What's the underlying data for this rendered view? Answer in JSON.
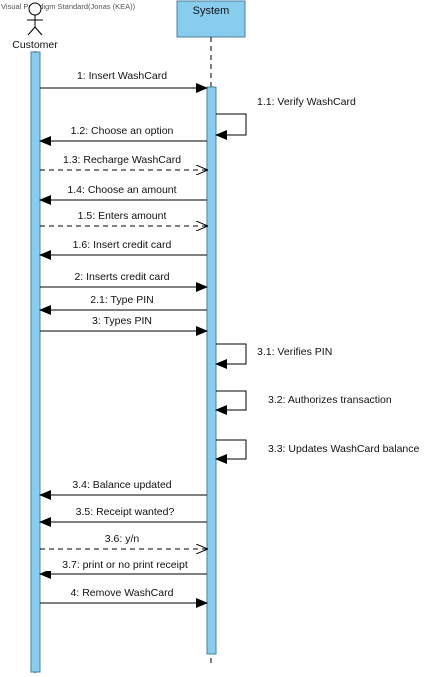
{
  "watermark": "Visual Paradigm Standard(Jonas (KEA))",
  "actor": {
    "name": "Customer"
  },
  "system": {
    "name": "System"
  },
  "colors": {
    "activation": "#88CDEE",
    "activation_border": "#4E7FA0",
    "system_box": "#88CDEE",
    "line": "#000000"
  },
  "messages": [
    {
      "id": "m1",
      "label": "1: Insert WashCard",
      "kind": "sync",
      "direction": "to-system"
    },
    {
      "id": "m1_1",
      "label": "1.1: Verify WashCard",
      "kind": "self",
      "direction": "self"
    },
    {
      "id": "m1_2",
      "label": "1.2: Choose an option",
      "kind": "sync",
      "direction": "to-actor"
    },
    {
      "id": "m1_3",
      "label": "1.3: Recharge WashCard",
      "kind": "return",
      "direction": "to-system"
    },
    {
      "id": "m1_4",
      "label": "1.4: Choose an amount",
      "kind": "sync",
      "direction": "to-actor"
    },
    {
      "id": "m1_5",
      "label": "1.5: Enters amount",
      "kind": "return",
      "direction": "to-system"
    },
    {
      "id": "m1_6",
      "label": "1.6: Insert credit card",
      "kind": "sync",
      "direction": "to-actor"
    },
    {
      "id": "m2",
      "label": "2: Inserts credit card",
      "kind": "sync",
      "direction": "to-system"
    },
    {
      "id": "m2_1",
      "label": "2.1: Type PIN",
      "kind": "sync",
      "direction": "to-actor"
    },
    {
      "id": "m3",
      "label": "3: Types PIN",
      "kind": "sync",
      "direction": "to-system"
    },
    {
      "id": "m3_1",
      "label": "3.1: Verifies PIN",
      "kind": "self",
      "direction": "self"
    },
    {
      "id": "m3_2",
      "label": "3.2: Authorizes transaction",
      "kind": "self",
      "direction": "self"
    },
    {
      "id": "m3_3",
      "label": "3.3: Updates WashCard balance",
      "kind": "self",
      "direction": "self"
    },
    {
      "id": "m3_4",
      "label": "3.4: Balance updated",
      "kind": "sync",
      "direction": "to-actor"
    },
    {
      "id": "m3_5",
      "label": "3.5: Receipt wanted?",
      "kind": "sync",
      "direction": "to-actor"
    },
    {
      "id": "m3_6",
      "label": "3.6: y/n",
      "kind": "return",
      "direction": "to-system"
    },
    {
      "id": "m3_7",
      "label": "3.7: print or no print receipt",
      "kind": "sync",
      "direction": "to-actor"
    },
    {
      "id": "m4",
      "label": "4: Remove WashCard",
      "kind": "sync",
      "direction": "to-system"
    }
  ]
}
